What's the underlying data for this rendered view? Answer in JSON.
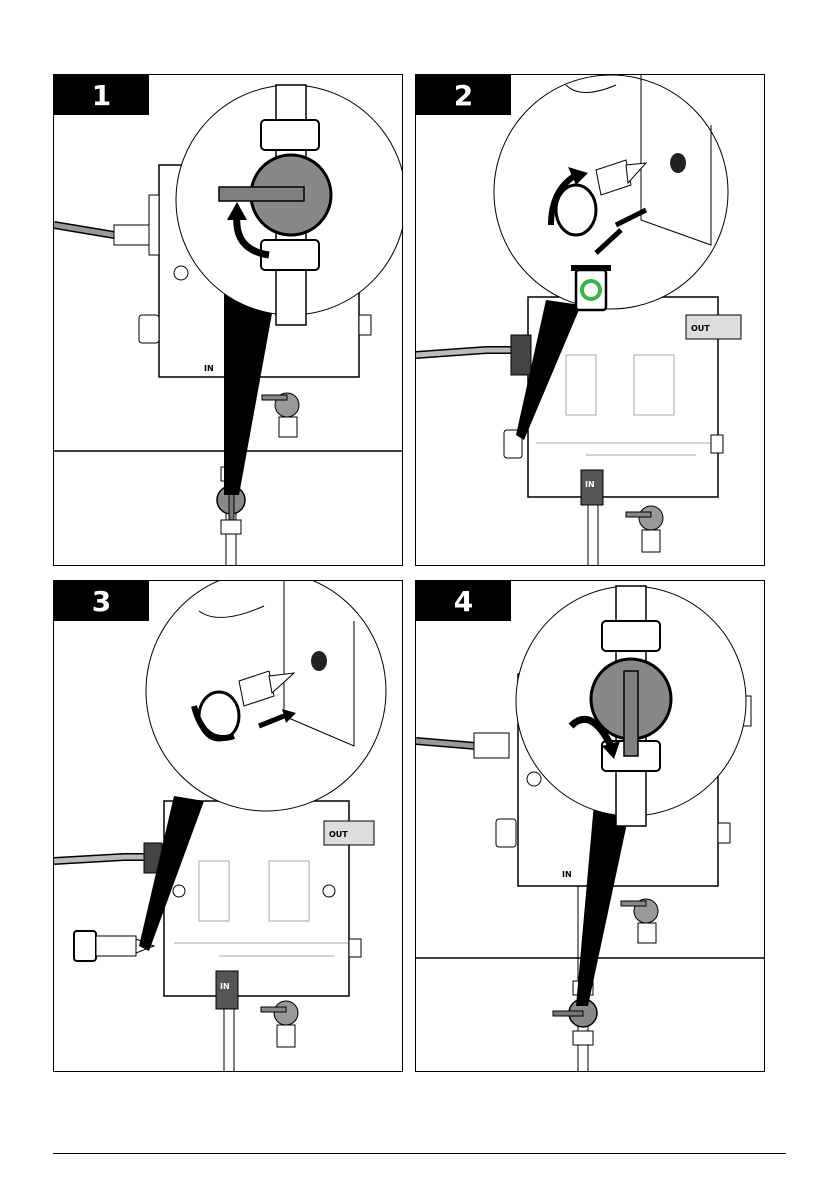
{
  "steps": [
    {
      "number": "1",
      "labels": {
        "in": "IN"
      }
    },
    {
      "number": "2",
      "labels": {
        "in": "IN",
        "out": "OUT"
      }
    },
    {
      "number": "3",
      "labels": {
        "in": "IN",
        "out": "OUT"
      }
    },
    {
      "number": "4",
      "labels": {
        "in": "IN"
      }
    }
  ],
  "colors": {
    "recycle": "#3cb44a",
    "valve": "#808080"
  }
}
